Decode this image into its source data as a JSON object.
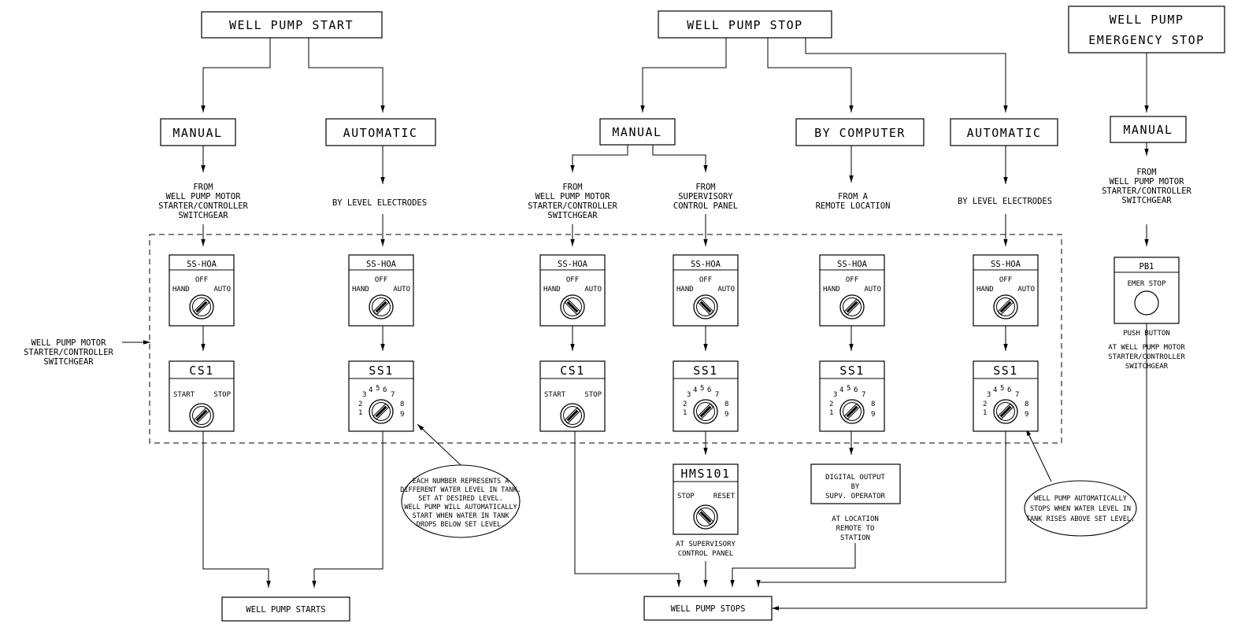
{
  "top": {
    "start": "WELL PUMP START",
    "stop": "WELL PUMP STOP",
    "estop_line1": "WELL PUMP",
    "estop_line2": "EMERGENCY STOP"
  },
  "modes": {
    "manual": "MANUAL",
    "automatic": "AUTOMATIC",
    "by_computer": "BY COMPUTER"
  },
  "sources": {
    "from": "FROM",
    "motor_line1": "WELL PUMP MOTOR",
    "motor_line2": "STARTER/CONTROLLER",
    "motor_line3": "SWITCHGEAR",
    "level_electrodes": "BY LEVEL ELECTRODES",
    "supv_line1": "SUPERVISORY",
    "supv_line2": "CONTROL PANEL",
    "remote_line1": "FROM A",
    "remote_line2": "REMOTE LOCATION"
  },
  "switches": {
    "ss_hoa": "SS-HOA",
    "hand": "HAND",
    "off": "OFF",
    "auto": "AUTO",
    "cs1": "CS1",
    "start": "START",
    "stop": "STOP",
    "ss1": "SS1",
    "n1": "1",
    "n2": "2",
    "n3": "3",
    "n4": "4",
    "n5": "5",
    "n6": "6",
    "n7": "7",
    "n8": "8",
    "n9": "9",
    "pb1": "PB1",
    "emer_stop": "EMER STOP",
    "hms101": "HMS101",
    "reset": "RESET"
  },
  "side_label": {
    "line1": "WELL PUMP MOTOR",
    "line2": "STARTER/CONTROLLER",
    "line3": "SWITCHGEAR"
  },
  "pb_notes": {
    "push_button": "PUSH BUTTON",
    "at_line1": "AT WELL PUMP MOTOR",
    "at_line2": "STARTER/CONTROLLER",
    "at_line3": "SWITCHGEAR"
  },
  "hms_note": {
    "line1": "AT SUPERVISORY",
    "line2": "CONTROL PANEL"
  },
  "digital": {
    "line1": "DIGITAL OUTPUT",
    "line2": "BY",
    "line3": "SUPV. OPERATOR",
    "loc1": "AT LOCATION",
    "loc2": "REMOTE TO",
    "loc3": "STATION"
  },
  "callout_start": {
    "l1": "EACH NUMBER REPRESENTS A",
    "l2": "DIFFERENT WATER LEVEL IN TANK.",
    "l3": "SET AT DESIRED LEVEL.",
    "l4": "WELL PUMP WILL AUTOMATICALLY",
    "l5": "START WHEN WATER IN TANK",
    "l6": "DROPS BELOW SET LEVEL."
  },
  "callout_stop": {
    "l1": "WELL PUMP AUTOMATICALLY",
    "l2": "STOPS WHEN WATER LEVEL IN",
    "l3": "TANK RISES ABOVE SET LEVEL."
  },
  "results": {
    "starts": "WELL PUMP STARTS",
    "stops": "WELL PUMP STOPS"
  }
}
